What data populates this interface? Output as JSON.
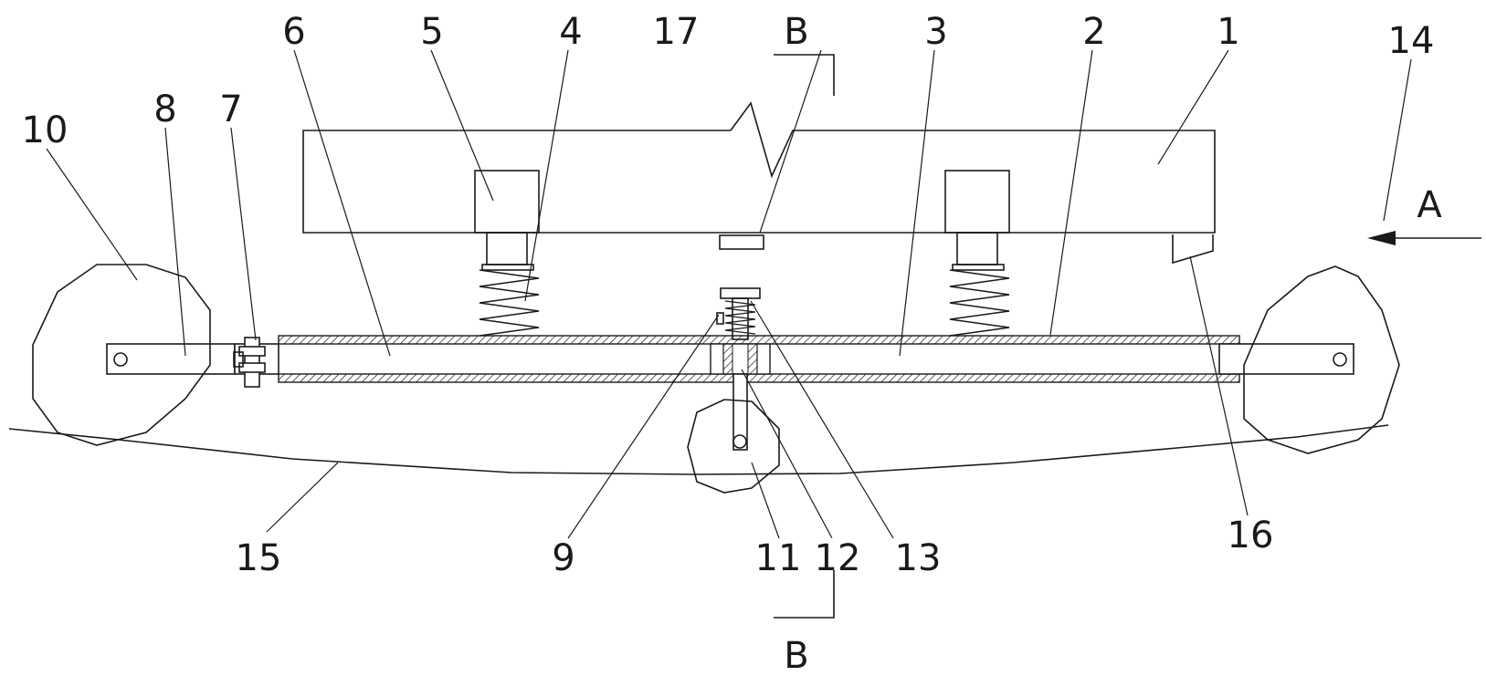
{
  "labels": {
    "l1": "1",
    "l2": "2",
    "l3": "3",
    "l4": "4",
    "l5": "5",
    "l6": "6",
    "l7": "7",
    "l8": "8",
    "l9": "9",
    "l10": "10",
    "l11": "11",
    "l12": "12",
    "l13": "13",
    "l14": "14",
    "l15": "15",
    "l16": "16",
    "l17": "17"
  },
  "section": {
    "top": "B",
    "bottom": "B"
  },
  "view_arrow": "A"
}
